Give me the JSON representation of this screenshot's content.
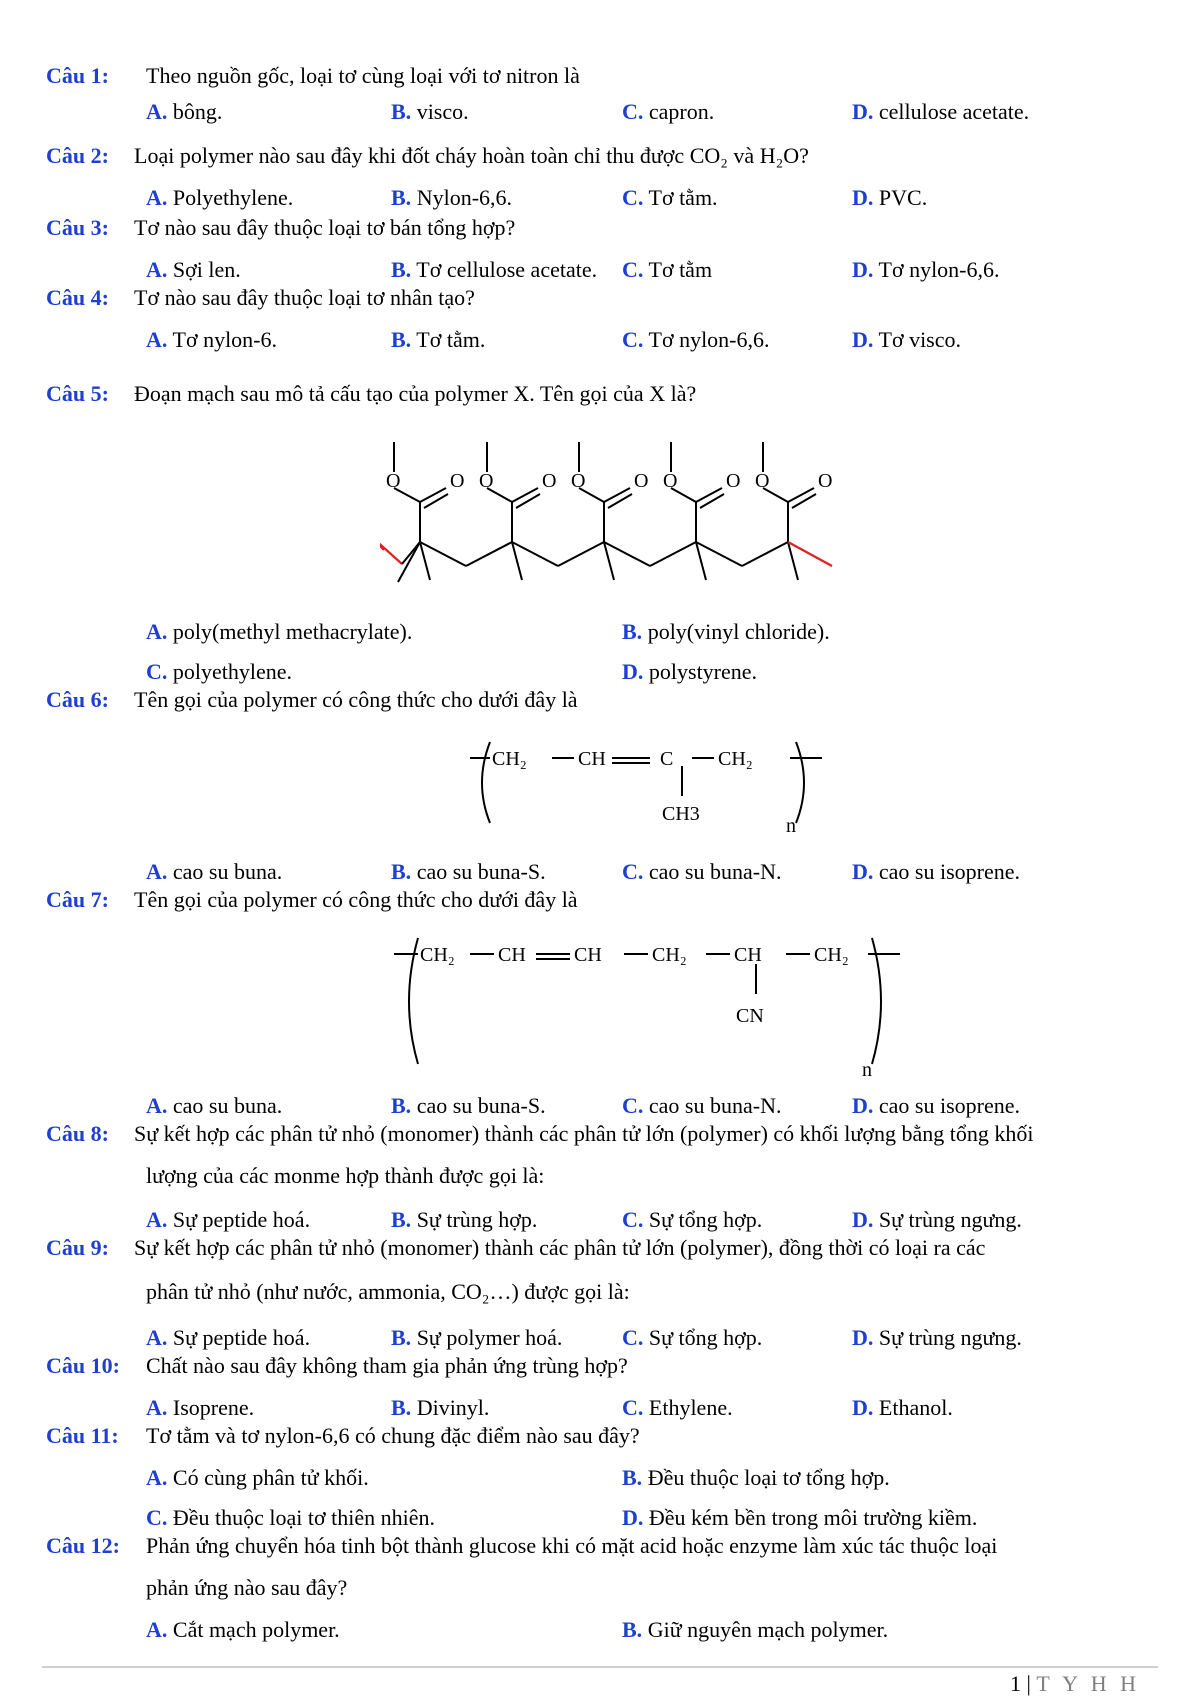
{
  "questions": [
    {
      "num": "Câu 1:",
      "text": "Theo nguồn gốc, loại tơ cùng loại với tơ nitron là",
      "options": [
        {
          "l": "A.",
          "t": "bông."
        },
        {
          "l": "B.",
          "t": "visco."
        },
        {
          "l": "C.",
          "t": "capron."
        },
        {
          "l": "D.",
          "t": "cellulose acetate."
        }
      ]
    },
    {
      "num": "Câu 2:",
      "text": "Loại polymer nào sau đây khi đốt cháy hoàn toàn chỉ thu được CO₂ và H₂O?",
      "options": [
        {
          "l": "A.",
          "t": "Polyethylene."
        },
        {
          "l": "B.",
          "t": "Nylon-6,6."
        },
        {
          "l": "C.",
          "t": "Tơ tằm."
        },
        {
          "l": "D.",
          "t": "PVC."
        }
      ]
    },
    {
      "num": "Câu 3:",
      "text": "Tơ nào sau đây thuộc loại tơ bán tổng hợp?",
      "options": [
        {
          "l": "A.",
          "t": "Sợi len."
        },
        {
          "l": "B.",
          "t": "Tơ cellulose acetate."
        },
        {
          "l": "C.",
          "t": "Tơ tằm"
        },
        {
          "l": "D.",
          "t": "Tơ nylon-6,6."
        }
      ]
    },
    {
      "num": "Câu 4:",
      "text": "Tơ nào sau đây thuộc loại tơ nhân tạo?",
      "options": [
        {
          "l": "A.",
          "t": "Tơ nylon-6."
        },
        {
          "l": "B.",
          "t": "Tơ tằm."
        },
        {
          "l": "C.",
          "t": "Tơ nylon-6,6."
        },
        {
          "l": "D.",
          "t": "Tơ visco."
        }
      ]
    },
    {
      "num": "Câu 5:",
      "text": "Đoạn mạch sau mô tả cấu tạo của polymer X. Tên gọi của X là?",
      "options": [
        {
          "l": "A.",
          "t": "poly(methyl methacrylate)."
        },
        {
          "l": "B.",
          "t": "poly(vinyl chloride)."
        },
        {
          "l": "C.",
          "t": "polyethylene."
        },
        {
          "l": "D.",
          "t": "polystyrene."
        }
      ]
    },
    {
      "num": "Câu 6:",
      "text": "Tên gọi của polymer có công thức cho dưới đây là",
      "options": [
        {
          "l": "A.",
          "t": "cao su buna."
        },
        {
          "l": "B.",
          "t": "cao su buna-S."
        },
        {
          "l": "C.",
          "t": "cao su buna-N."
        },
        {
          "l": "D.",
          "t": "cao su isoprene."
        }
      ]
    },
    {
      "num": "Câu 7:",
      "text": "Tên gọi của polymer có công thức cho dưới đây là",
      "options": [
        {
          "l": "A.",
          "t": "cao su buna."
        },
        {
          "l": "B.",
          "t": "cao su buna-S."
        },
        {
          "l": "C.",
          "t": "cao su buna-N."
        },
        {
          "l": "D.",
          "t": "cao su isoprene."
        }
      ]
    },
    {
      "num": "Câu 8:",
      "text": "Sự kết hợp các phân tử nhỏ (monomer) thành các phân tử lớn (polymer) có khối lượng bằng tổng khối",
      "text2": "lượng của các monme hợp thành được gọi là:",
      "options": [
        {
          "l": "A.",
          "t": "Sự peptide hoá."
        },
        {
          "l": "B.",
          "t": "Sự trùng hợp."
        },
        {
          "l": "C.",
          "t": "Sự tổng hợp."
        },
        {
          "l": "D.",
          "t": "Sự trùng ngưng."
        }
      ]
    },
    {
      "num": "Câu 9:",
      "text": "Sự kết hợp các phân tử nhỏ (monomer) thành các phân tử lớn (polymer), đồng thời có loại ra các",
      "text2": "phân tử nhỏ (như nước, ammonia, CO₂…) được gọi là:",
      "options": [
        {
          "l": "A.",
          "t": "Sự peptide hoá."
        },
        {
          "l": "B.",
          "t": "Sự polymer hoá."
        },
        {
          "l": "C.",
          "t": "Sự tổng hợp."
        },
        {
          "l": "D.",
          "t": "Sự trùng ngưng."
        }
      ]
    },
    {
      "num": "Câu 10:",
      "text": "Chất nào sau đây không tham gia phản ứng trùng hợp?",
      "options": [
        {
          "l": "A.",
          "t": "Isoprene."
        },
        {
          "l": "B.",
          "t": "Divinyl."
        },
        {
          "l": "C.",
          "t": "Ethylene."
        },
        {
          "l": "D.",
          "t": "Ethanol."
        }
      ]
    },
    {
      "num": "Câu 11:",
      "text": "Tơ tằm và tơ nylon-6,6 có chung đặc điểm nào sau đây?",
      "options": [
        {
          "l": "A.",
          "t": "Có cùng phân tử khối."
        },
        {
          "l": "B.",
          "t": "Đều thuộc loại tơ tổng hợp."
        },
        {
          "l": "C.",
          "t": "Đều thuộc loại tơ thiên nhiên."
        },
        {
          "l": "D.",
          "t": "Đều kém bền trong môi trường kiềm."
        }
      ]
    },
    {
      "num": "Câu 12:",
      "text": "Phản ứng chuyển hóa tinh bột thành glucose khi có mặt acid hoặc enzyme làm xúc tác thuộc loại",
      "text2": "phản ứng nào sau đây?",
      "options": [
        {
          "l": "A.",
          "t": "Cắt mạch polymer."
        },
        {
          "l": "B.",
          "t": "Giữ nguyên mạch polymer."
        }
      ]
    }
  ],
  "formula6": {
    "g1": "CH₂",
    "g2": "CH",
    "g3": "C",
    "g4": "CH₂",
    "sub": "CH3",
    "n": "n"
  },
  "formula7": {
    "g1": "CH₂",
    "g2": "CH",
    "g3": "CH",
    "g4": "CH₂",
    "g5": "CH",
    "g6": "CH₂",
    "sub": "CN",
    "n": "n"
  },
  "structure5": {
    "o_label": "O"
  },
  "footer": {
    "page": "1",
    "sep": "|",
    "brand": "T Y H H"
  }
}
